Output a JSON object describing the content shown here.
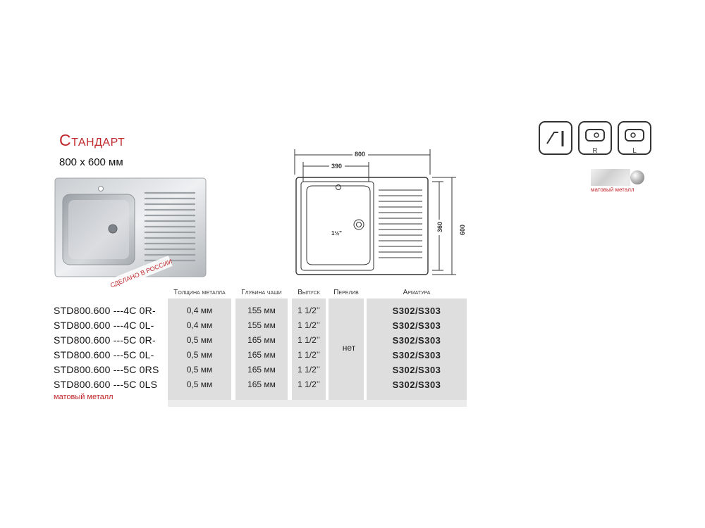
{
  "product": {
    "title": "Стандарт",
    "size": "800 x 600 мм",
    "stamp": "СДЕЛАНО В РОССИИ"
  },
  "drawing": {
    "width_label": "800",
    "bowl_width_label": "390",
    "height_label": "600",
    "bowl_height_label": "360",
    "outlet_label": "1½\""
  },
  "icons": [
    {
      "name": "faucet-hole-icon",
      "letter": ""
    },
    {
      "name": "bowl-right-icon",
      "letter": "R"
    },
    {
      "name": "bowl-left-icon",
      "letter": "L"
    }
  ],
  "finish_label": "матовый металл",
  "table": {
    "headers": [
      "Толщина металла",
      "Глубина чаши",
      "Выпуск",
      "Перелив",
      "Арматура"
    ],
    "rows": [
      {
        "model": "STD800.600 ---4C 0R-",
        "thickness": "0,4 мм",
        "depth": "155 мм",
        "outlet": "1 1/2’’",
        "fitting": "S302/S303"
      },
      {
        "model": "STD800.600 ---4C 0L-",
        "thickness": "0,4 мм",
        "depth": "155 мм",
        "outlet": "1 1/2’’",
        "fitting": "S302/S303"
      },
      {
        "model": "STD800.600 ---5C 0R-",
        "thickness": "0,5 мм",
        "depth": "165 мм",
        "outlet": "1 1/2’’",
        "fitting": "S302/S303"
      },
      {
        "model": "STD800.600 ---5C 0L-",
        "thickness": "0,5 мм",
        "depth": "165 мм",
        "outlet": "1 1/2’’",
        "fitting": "S302/S303"
      },
      {
        "model": "STD800.600 ---5C 0RS",
        "thickness": "0,5 мм",
        "depth": "165 мм",
        "outlet": "1 1/2’’",
        "fitting": "S302/S303"
      },
      {
        "model": "STD800.600 ---5C 0LS",
        "thickness": "0,5 мм",
        "depth": "165 мм",
        "outlet": "1 1/2’’",
        "fitting": "S302/S303"
      }
    ],
    "overflow": "нет",
    "note": "матовый металл"
  }
}
